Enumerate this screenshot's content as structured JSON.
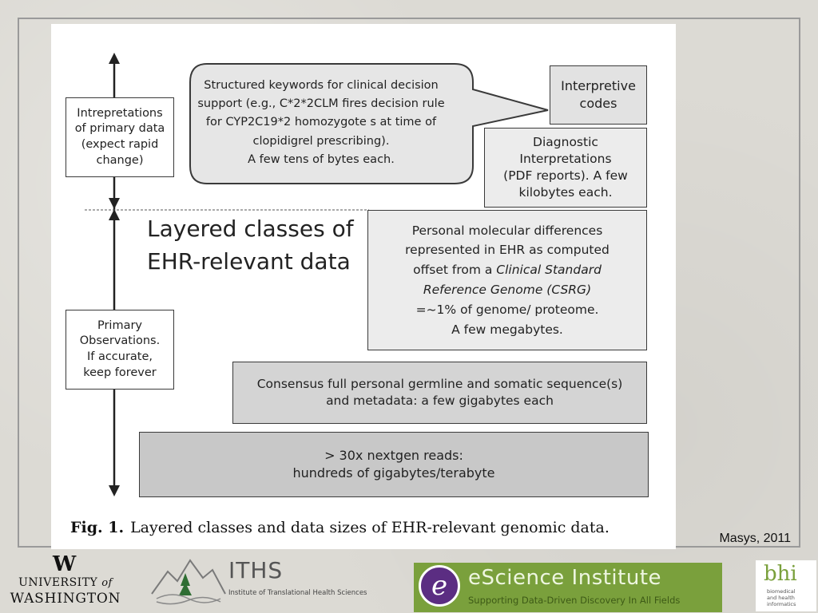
{
  "diagram": {
    "callout": "Structured keywords for clinical  decision support (e.g., C*2*2CLM fires decision rule for CYP2C19*2 homozygote s at time of clopidigrel prescribing).\nA few tens of bytes each.",
    "interpretive_codes": "Interpretive\ncodes",
    "diagnostic_interpretations": "Diagnostic\nInterpretations\n(PDF reports). A few\nkilobytes each.",
    "left_top_box": "Intrepretations\nof primary data\n(expect rapid\nchange)",
    "left_bottom_box": "Primary\nObservations.\nIf accurate,\nkeep forever",
    "layered_title": "Layered classes of\nEHR-relevant data",
    "molecular_line1": "Personal molecular differences\nrepresented  in EHR as computed\noffset from a ",
    "molecular_italic": "Clinical Standard\nReference Genome (CSRG)",
    "molecular_line2": "\n=~1% of genome/ proteome.\nA few megabytes.",
    "consensus": "Consensus full personal germline and somatic sequence(s)\nand metadata: a few gigabytes  each",
    "nextgen": "> 30x nextgen reads:\nhundreds of gigabytes/terabyte",
    "caption_label": "Fig. 1.",
    "caption_text": "Layered classes and data sizes of EHR-relevant genomic data."
  },
  "citation": "Masys, 2011",
  "logos": {
    "uw_line1_a": "UNIVERSITY",
    "uw_of": "of",
    "uw_line2": "WASHINGTON",
    "iths_name": "ITHS",
    "iths_sub": "Institute of Translational Health Sciences",
    "escience_title": "eScience Institute",
    "escience_sub": "Supporting Data-Driven Discovery In All Fields",
    "bhi_mark": "bhi",
    "bhi_text": "biomedical\nand health\ninformatics"
  },
  "colors": {
    "escience_green": "#7aa03c",
    "escience_purple": "#5b2d82"
  }
}
